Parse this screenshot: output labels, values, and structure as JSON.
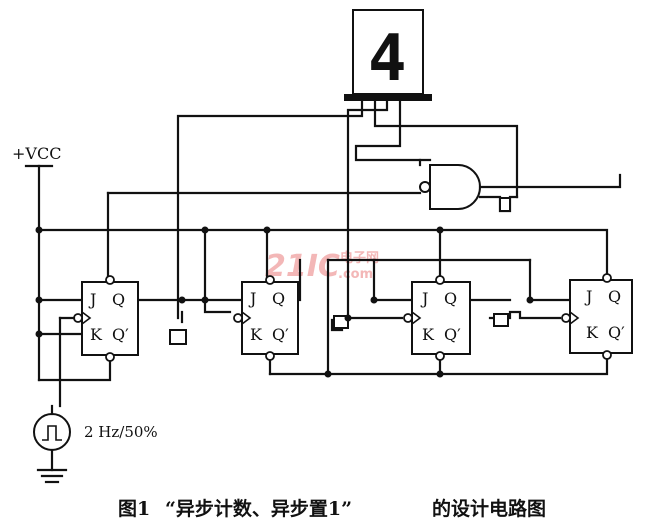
{
  "display": {
    "digit": "4"
  },
  "power": {
    "label": "+VCC"
  },
  "clock": {
    "label": "2 Hz/50%"
  },
  "flipflop": {
    "j": "J",
    "q": "Q",
    "k": "K",
    "qbar": "Q′"
  },
  "watermark": {
    "main": "21IC",
    "sub_cn": "电子网",
    "sub_en": ".com"
  },
  "caption": {
    "figure": "图1",
    "title": "“异步计数、异步置1”",
    "suffix": "的设计电路图"
  }
}
